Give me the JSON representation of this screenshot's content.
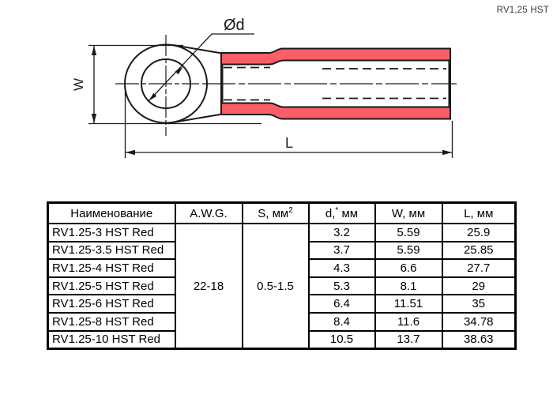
{
  "page": {
    "corner_label": "RV1,25 HST"
  },
  "drawing": {
    "type": "ring-terminal-technical-drawing",
    "dim_d_label": "Ød",
    "dim_w_label": "W",
    "dim_l_label": "L",
    "insulation_color": "#fa5f68",
    "line_color": "#1a1a1a"
  },
  "table": {
    "headers": {
      "name": "Наименование",
      "awg": "A.W.G.",
      "s_base": "S, мм",
      "s_sup": "2",
      "d_base": "d,",
      "d_sup": "*",
      "d_unit": " мм",
      "w": "W, мм",
      "l": "L, мм"
    },
    "awg_value": "22-18",
    "s_value": "0.5-1.5",
    "rows": [
      {
        "name": "RV1.25-3 HST Red",
        "d": "3.2",
        "w": "5.59",
        "l": "25.9"
      },
      {
        "name": "RV1.25-3.5 HST Red",
        "d": "3.7",
        "w": "5.59",
        "l": "25.85"
      },
      {
        "name": "RV1.25-4 HST Red",
        "d": "4.3",
        "w": "6.6",
        "l": "27.7"
      },
      {
        "name": "RV1.25-5 HST Red",
        "d": "5.3",
        "w": "8.1",
        "l": "29"
      },
      {
        "name": "RV1.25-6 HST Red",
        "d": "6.4",
        "w": "11.51",
        "l": "35"
      },
      {
        "name": "RV1.25-8 HST Red",
        "d": "8.4",
        "w": "11.6",
        "l": "34.78"
      },
      {
        "name": "RV1.25-10 HST Red",
        "d": "10.5",
        "w": "13.7",
        "l": "38.63"
      }
    ]
  }
}
